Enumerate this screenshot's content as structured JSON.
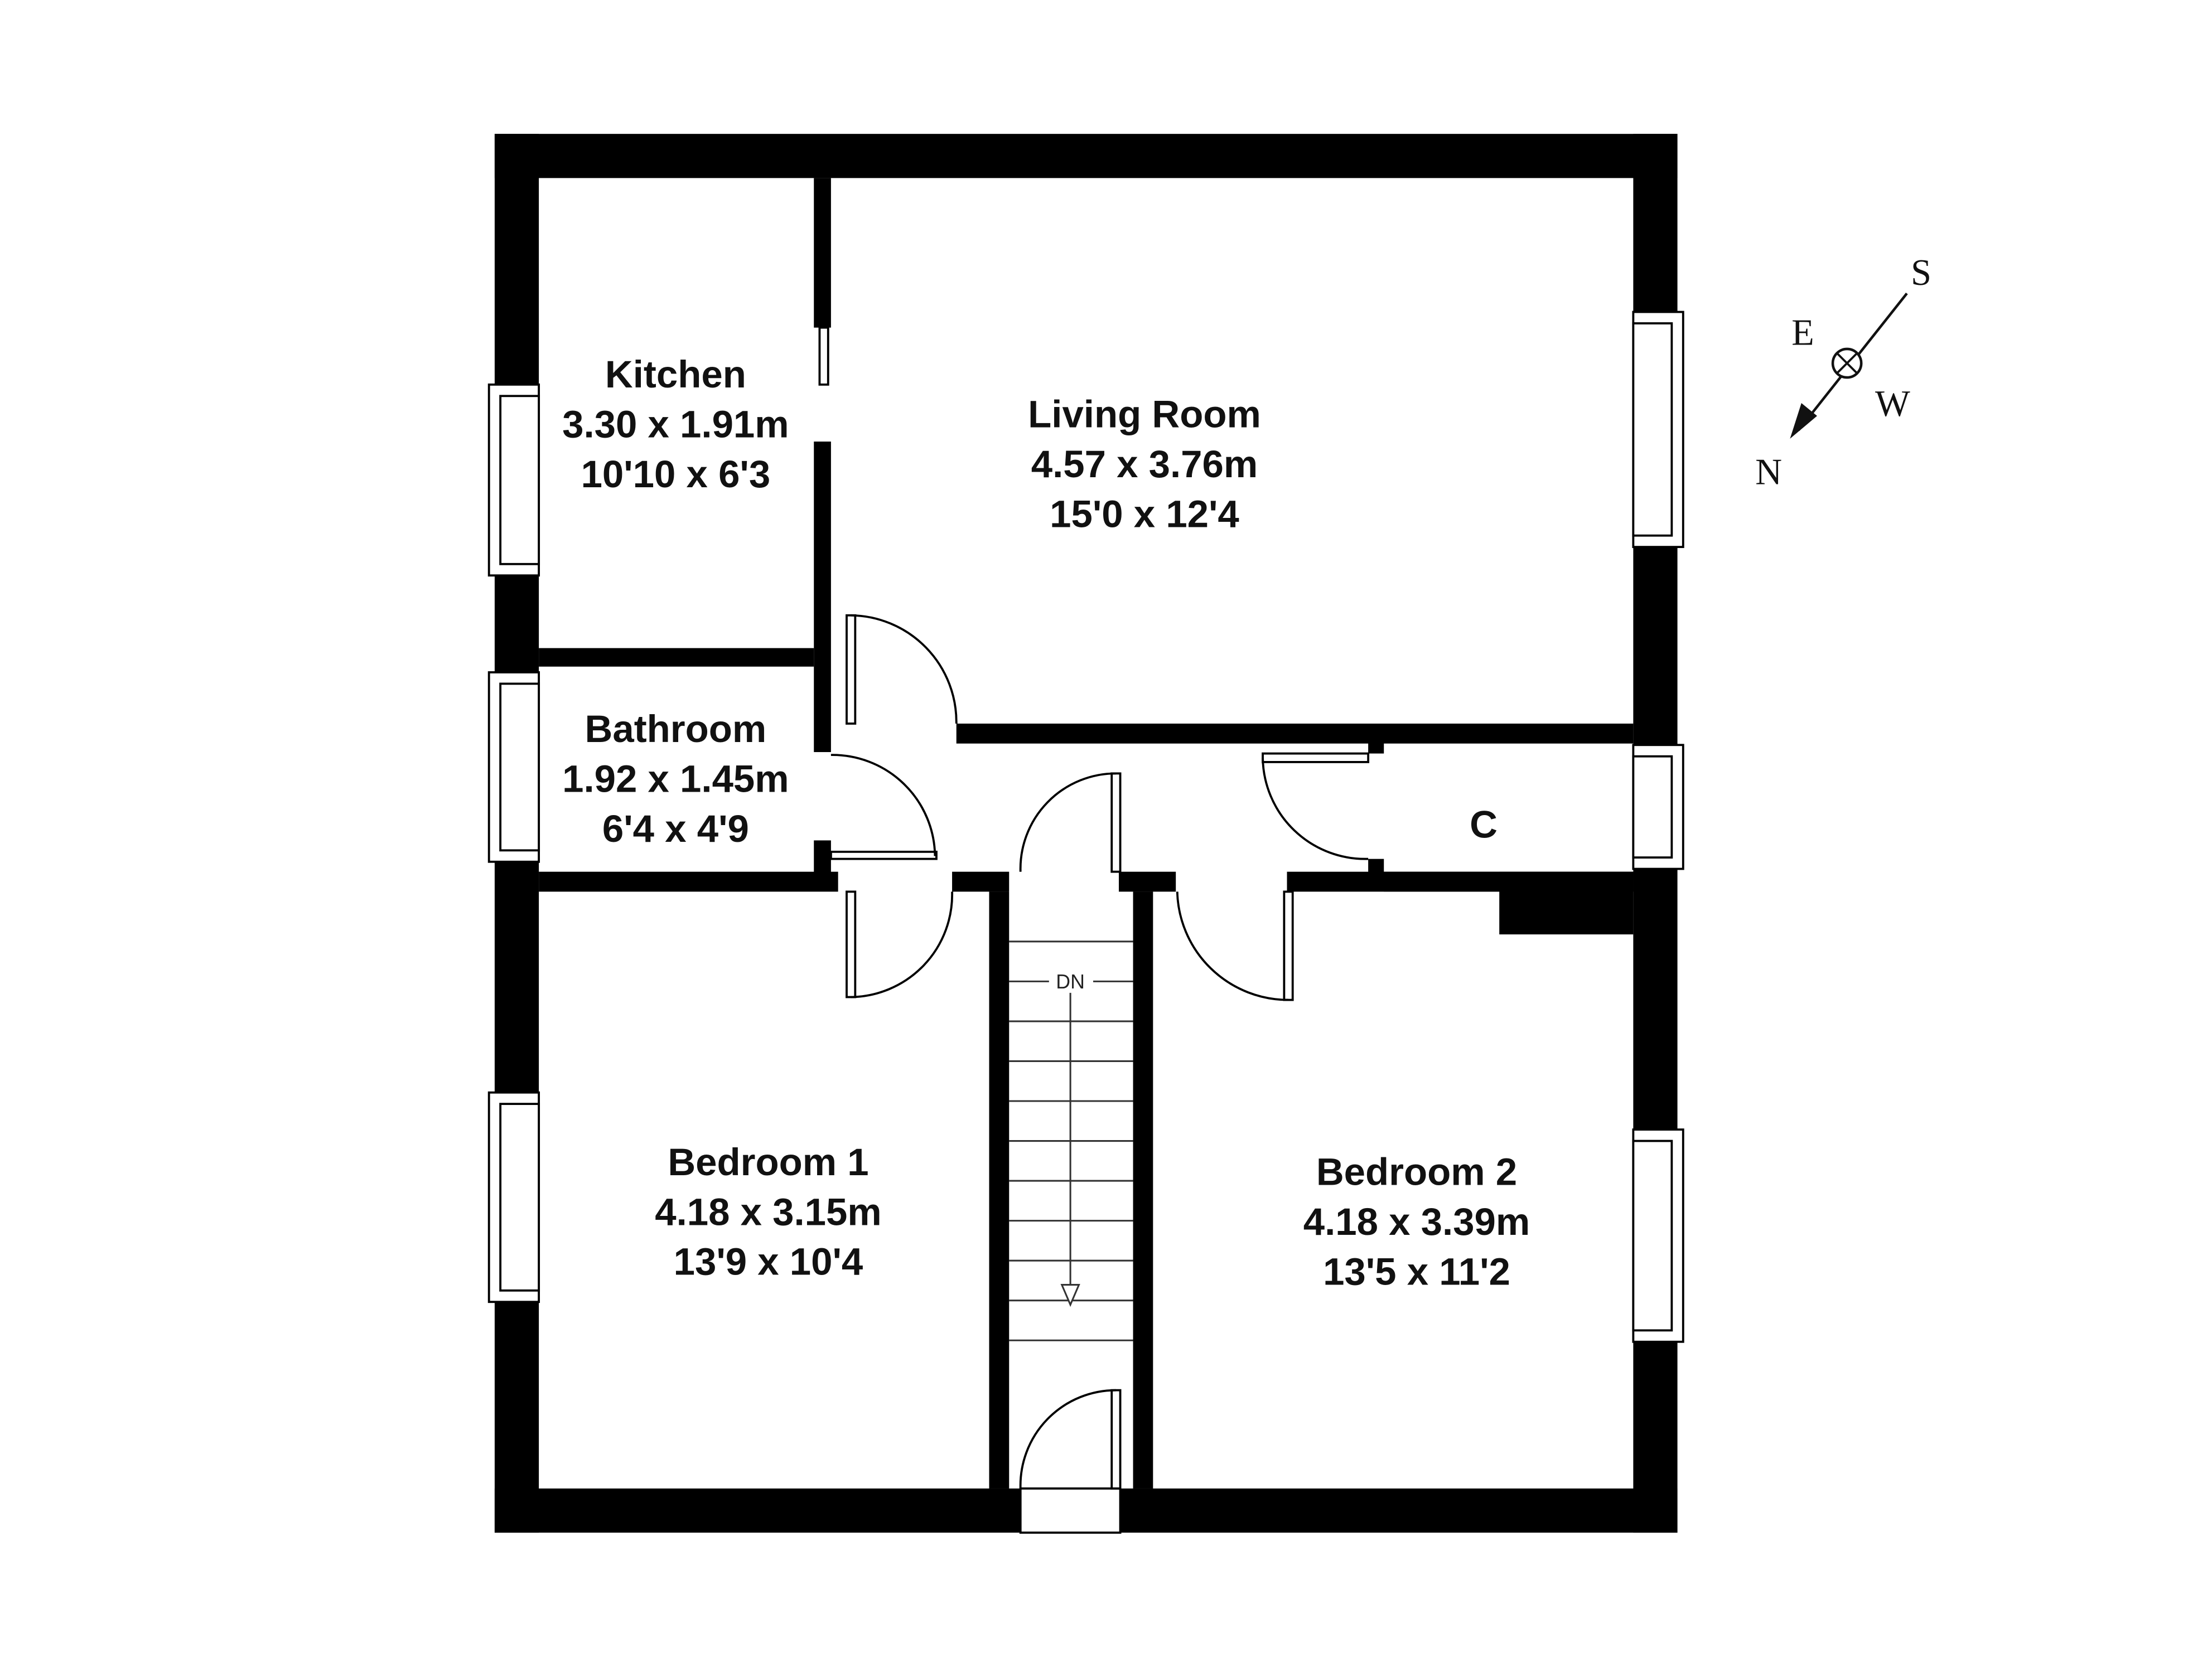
{
  "floorplan": {
    "rooms": {
      "kitchen": {
        "name": "Kitchen",
        "metric": "3.30 x 1.91m",
        "imperial": "10'10 x 6'3"
      },
      "living_room": {
        "name": "Living Room",
        "metric": "4.57 x 3.76m",
        "imperial": "15'0 x 12'4"
      },
      "bathroom": {
        "name": "Bathroom",
        "metric": "1.92 x 1.45m",
        "imperial": "6'4 x 4'9"
      },
      "cupboard": {
        "name": "C"
      },
      "bedroom1": {
        "name": "Bedroom 1",
        "metric": "4.18 x 3.15m",
        "imperial": "13'9 x 10'4"
      },
      "bedroom2": {
        "name": "Bedroom 2",
        "metric": "4.18 x 3.39m",
        "imperial": "13'5 x 11'2"
      }
    },
    "stairs": {
      "label": "DN"
    },
    "compass": {
      "n": "N",
      "s": "S",
      "e": "E",
      "w": "W"
    }
  },
  "colors": {
    "wall": "#000000",
    "line": "#111111",
    "background": "#ffffff"
  }
}
